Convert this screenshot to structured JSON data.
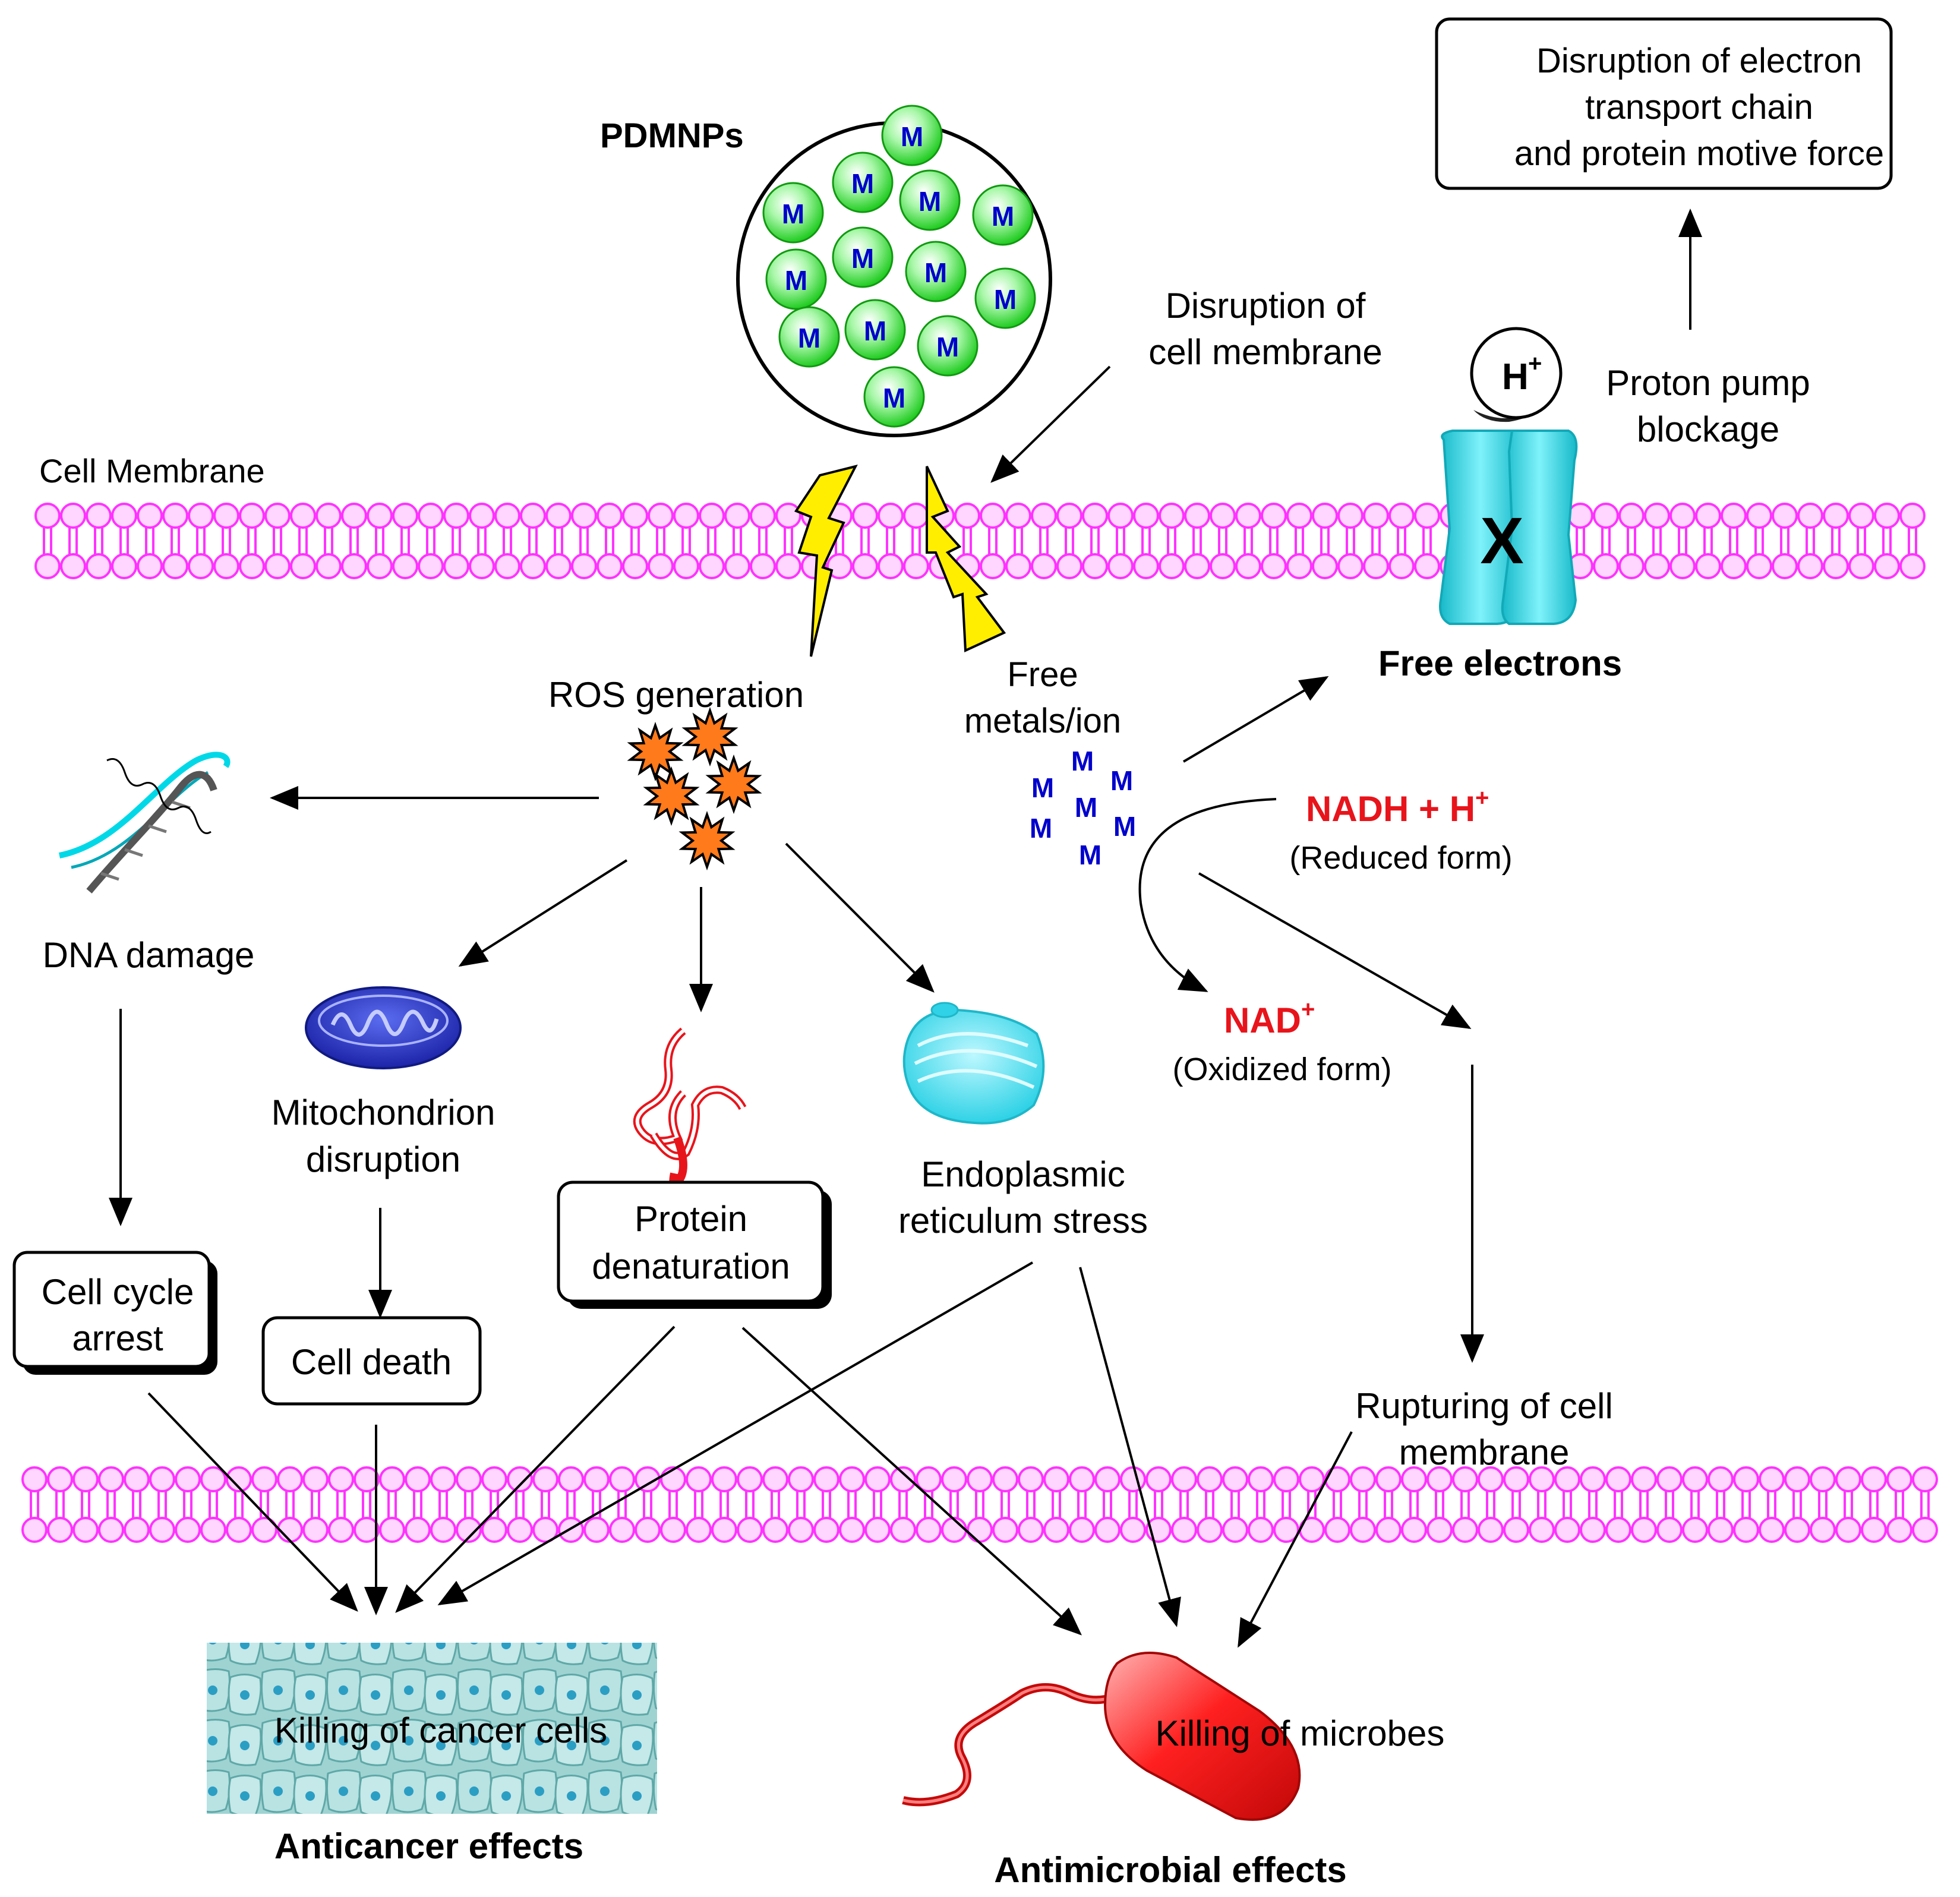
{
  "nanoparticles": {
    "title": "PDMNPs",
    "particle_symbol": "M"
  },
  "membrane_label": "Cell Membrane",
  "disruption_membrane": [
    "Disruption of",
    "cell membrane"
  ],
  "disruption_etc": [
    "Disruption of electron",
    "transport chain",
    "and protein motive force"
  ],
  "proton": {
    "symbol": "H",
    "charge": "+"
  },
  "pump_blockage": [
    "Proton pump",
    "blockage"
  ],
  "pump_mark": "X",
  "free_electrons": "Free electrons",
  "ros": "ROS generation",
  "free_metals": [
    "Free",
    "metals/ion"
  ],
  "nadh": {
    "main": "NADH + H",
    "sup": "+",
    "sub": "(Reduced form)"
  },
  "nad": {
    "main": "NAD",
    "sup": "+",
    "sub": "(Oxidized form)"
  },
  "dna_damage": "DNA damage",
  "mito": [
    "Mitochondrion",
    "disruption"
  ],
  "protein": [
    "Protein",
    "denaturation"
  ],
  "er": [
    "Endoplasmic",
    "reticulum stress"
  ],
  "cell_cycle": [
    "Cell cycle",
    "arrest"
  ],
  "cell_death": "Cell death",
  "rupture": [
    "Rupturing of cell",
    "membrane"
  ],
  "killing_cancer": "Killing of cancer cells",
  "killing_microbes": "Killing of microbes",
  "anticancer": "Anticancer effects",
  "antimicrobial": "Antimicrobial effects",
  "colors": {
    "membrane": "#ff33ff",
    "particle": "#22cc22",
    "particle_letter": "#0000cc",
    "channel": "#22d8e8",
    "ros": "#ff7a1a",
    "lightning": "#ffee00",
    "mito": "#2a35c8",
    "protein": "#e8141b",
    "er": "#3ee0f0",
    "nad_text": "#e8141b",
    "tissue": "#8cc8c8",
    "microbe": "#e8141b"
  }
}
